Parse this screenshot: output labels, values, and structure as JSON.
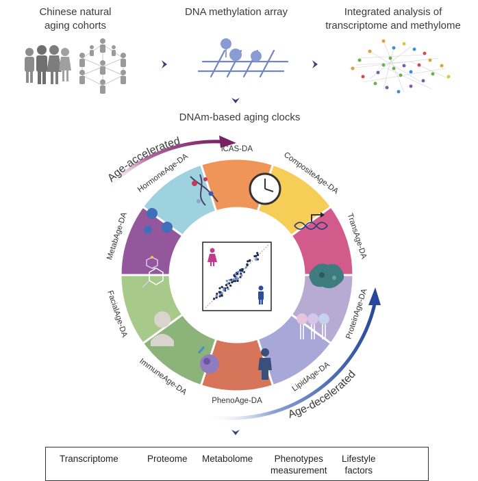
{
  "top": {
    "cohorts_line1": "Chinese natural",
    "cohorts_line2": "aging cohorts",
    "array": "DNA methylation array",
    "integrated_line1": "Integrated analysis of",
    "integrated_line2": "transcriptome and methylome"
  },
  "clocks_title": "DNAm-based aging clocks",
  "arrows": {
    "accelerated": "Age-accelerated",
    "decelerated": "Age-decelerated"
  },
  "clocks": [
    {
      "label": "iCAS-DA",
      "color": "#f0955a",
      "icon": "dna-helix-icon"
    },
    {
      "label": "CompositeAge-DA",
      "color": "#f6cd56",
      "icon": "clock-icon"
    },
    {
      "label": "TransAge-DA",
      "color": "#d35b8c",
      "icon": "transcription-icon"
    },
    {
      "label": "ProteinAge-DA",
      "color": "#b7aad3",
      "icon": "protein-icon"
    },
    {
      "label": "LipidAge-DA",
      "color": "#a7a8d7",
      "icon": "lipid-icon"
    },
    {
      "label": "PhenoAge-DA",
      "color": "#d7755a",
      "icon": "person-icon"
    },
    {
      "label": "ImmuneAge-DA",
      "color": "#8cb47a",
      "icon": "immune-cell-icon"
    },
    {
      "label": "FacialAge-DA",
      "color": "#a7c98a",
      "icon": "face-icon"
    },
    {
      "label": "MetabAge-DA",
      "color": "#94579c",
      "icon": "molecule-icon"
    },
    {
      "label": "HormoneAge-DA",
      "color": "#9fd2df",
      "icon": "hormone-icon"
    }
  ],
  "omics": {
    "transcriptome": "Transcriptome",
    "proteome": "Proteome",
    "metabolome": "Metabolome",
    "phenotypes_line1": "Phenotypes",
    "phenotypes_line2": "measurement",
    "lifestyle_line1": "Lifestyle",
    "lifestyle_line2": "factors"
  },
  "colors": {
    "accelerated_arrow": "#8b2f6e",
    "decelerated_arrow": "#2d4d99",
    "flow_arrow": "#3b3f7a"
  }
}
